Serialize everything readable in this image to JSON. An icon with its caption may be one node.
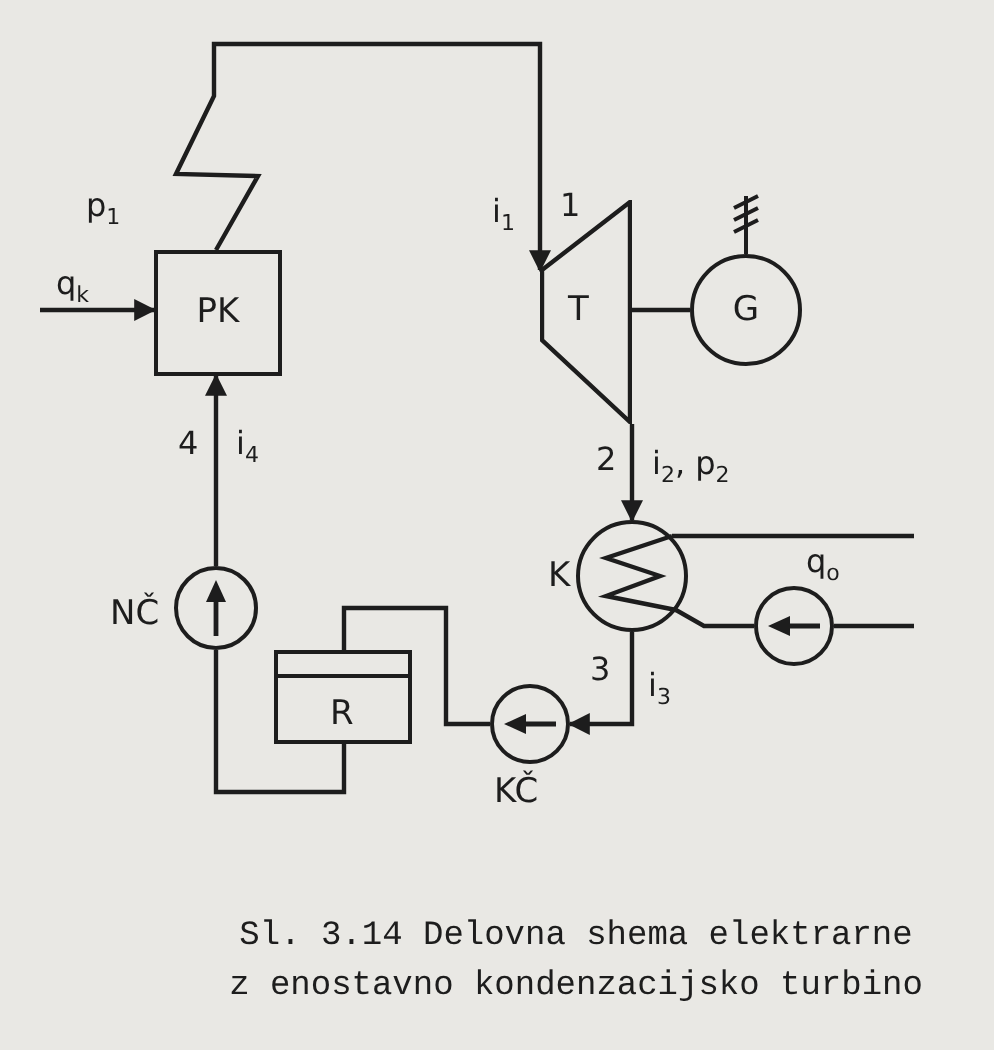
{
  "diagram": {
    "caption": "Sl. 3.14 Delovna shema elektrarne z enostavno kondenzacijsko turbino",
    "nodes": [
      {
        "text": [
          "PK"
        ],
        "beside": [
          "p$_{1}$"
        ]
      },
      {
        "text": [
          "T"
        ]
      },
      {
        "text": [
          "G"
        ]
      },
      {
        "text": [
          "K"
        ]
      },
      {
        "text": [],
        "shape": "circle",
        "beside": [
          "q$_{o}$"
        ]
      },
      {
        "text": [
          "KČ"
        ]
      },
      {
        "text": [
          "R"
        ]
      },
      {
        "text": [
          "NČ"
        ]
      }
    ],
    "edges": [
      {
        "from": 0,
        "to": 1,
        "arrow": "to"
      },
      {
        "from": 1,
        "to": 3,
        "arrow": "to"
      },
      {
        "from": 1,
        "to": 2,
        "arrow": "none"
      },
      {
        "from": 3,
        "to": 5,
        "arrow": "to"
      },
      {
        "from": 5,
        "to": 6,
        "arrow": "none"
      },
      {
        "from": 6,
        "to": 7,
        "arrow": "none"
      },
      {
        "from": 7,
        "to": 0,
        "arrow": "to"
      },
      {
        "from": null,
        "to": 0,
        "arrow": "to",
        "label": "q$_{k}$"
      },
      {
        "from": null,
        "to": 4,
        "arrow": "none"
      },
      {
        "from": 4,
        "to": 3,
        "arrow": "none"
      },
      {
        "from": 3,
        "to": null,
        "arrow": "none"
      }
    ],
    "labels": [
      "1",
      "i$_{1}$",
      "2",
      "i$_{2}$, p$_{2}$",
      "3",
      "i$_{3}$",
      "4",
      "i$_{4}$"
    ]
  }
}
